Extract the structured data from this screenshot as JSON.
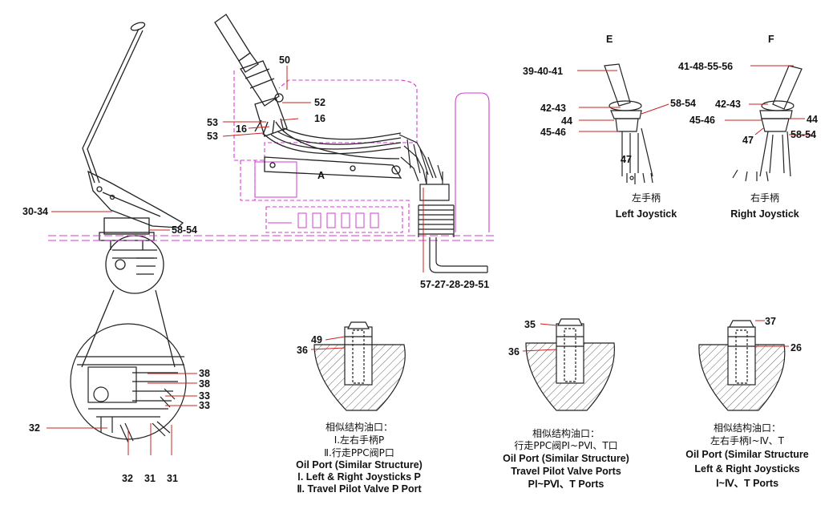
{
  "views": {
    "e": "E",
    "f": "F",
    "a": "A"
  },
  "main_labels": {
    "l50": "50",
    "l52": "52",
    "l53a": "53",
    "l16a": "16",
    "l16b": "16",
    "l53b": "53",
    "l3034": "30-34",
    "l5854": "58-54",
    "l5727": "57-27-28-29-51"
  },
  "detail_labels": {
    "l38a": "38",
    "l38b": "38",
    "l33a": "33",
    "l33b": "33",
    "l32a": "32",
    "l32b": "32",
    "l31a": "31",
    "l31b": "31"
  },
  "left_joystick": {
    "l394041": "39-40-41",
    "l4243": "42-43",
    "l5854": "58-54",
    "l44": "44",
    "l4546": "45-46",
    "l47": "47",
    "cn": "左手柄",
    "en": "Left Joystick"
  },
  "right_joystick": {
    "l414855": "41-48-55-56",
    "l4243": "42-43",
    "l4546": "45-46",
    "l44": "44",
    "l47": "47",
    "l5854": "58-54",
    "cn": "右手柄",
    "en": "Right Joystick"
  },
  "port1": {
    "l49": "49",
    "l36": "36",
    "cn1": "相似结构油口：",
    "cn2": "Ⅰ.左右手柄P",
    "cn3": "Ⅱ.行走PPC阀P口",
    "en1": "Oil Port (Similar Structure)",
    "en2": "Ⅰ. Left & Right Joysticks P",
    "en3": "Ⅱ. Travel Pilot Valve P Port"
  },
  "port2": {
    "l35": "35",
    "l36": "36",
    "cn1": "相似结构油口：",
    "cn2": "行走PPC阀PⅠ~PⅥ、T口",
    "en1": "Oil Port (Similar Structure)",
    "en2": "Travel Pilot Valve Ports",
    "en3": "PⅠ~PⅥ、T Ports"
  },
  "port3": {
    "l37": "37",
    "l26": "26",
    "cn1": "相似结构油口：",
    "cn2": "左右手柄Ⅰ~Ⅳ、T",
    "en1": "Oil Port (Similar Structure",
    "en2": "Left & Right Joysticks",
    "en3": "Ⅰ~Ⅳ、T Ports"
  },
  "colors": {
    "line": "#222222",
    "magenta": "#d23cd2",
    "leader": "#cc2020",
    "hatch": "#666666"
  }
}
